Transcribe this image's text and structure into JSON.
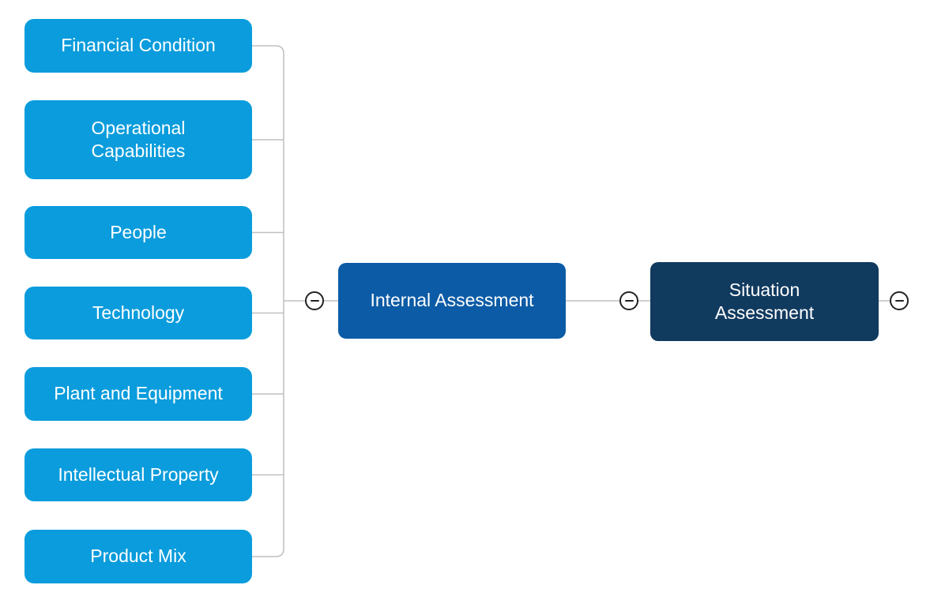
{
  "diagram": {
    "type": "mindmap",
    "root": {
      "label": "Situation\nAssessment"
    },
    "branches": [
      {
        "label": "Internal Assessment",
        "children": [
          {
            "label": "Financial Condition"
          },
          {
            "label": "Operational\nCapabilities"
          },
          {
            "label": "People"
          },
          {
            "label": "Technology"
          },
          {
            "label": "Plant and Equipment"
          },
          {
            "label": "Intellectual Property"
          },
          {
            "label": "Product Mix"
          }
        ]
      }
    ],
    "icons": {
      "collapse": "minus-icon"
    },
    "colors": {
      "child_fill": "#0A9CDC",
      "branch_fill": "#0C5BA6",
      "root_fill": "#113A5F",
      "text": "#FFFFFF",
      "connector": "#BFBFBF",
      "collapse_stroke": "#222222",
      "collapse_fill": "#FFFFFF"
    }
  }
}
